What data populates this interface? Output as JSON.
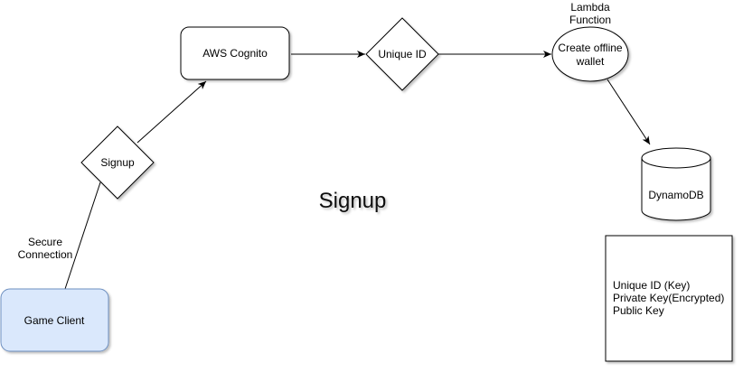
{
  "diagram": {
    "title": "Signup",
    "nodes": {
      "game_client": "Game Client",
      "signup": "Signup",
      "cognito": "AWS Cognito",
      "unique_id": "Unique ID",
      "lambda_caption_line1": "Lambda",
      "lambda_caption_line2": "Function",
      "lambda_line1": "Create offline",
      "lambda_line2": "wallet",
      "dynamodb": "DynamoDB",
      "schema_line1": "Unique ID (Key)",
      "schema_line2": "Private Key(Encrypted)",
      "schema_line3": "Public Key"
    },
    "edge_labels": {
      "secure_line1": "Secure",
      "secure_line2": "Connection"
    },
    "colors": {
      "game_client_fill": "#dae8fc",
      "game_client_stroke": "#6c8ebf",
      "stroke": "#000000"
    }
  }
}
